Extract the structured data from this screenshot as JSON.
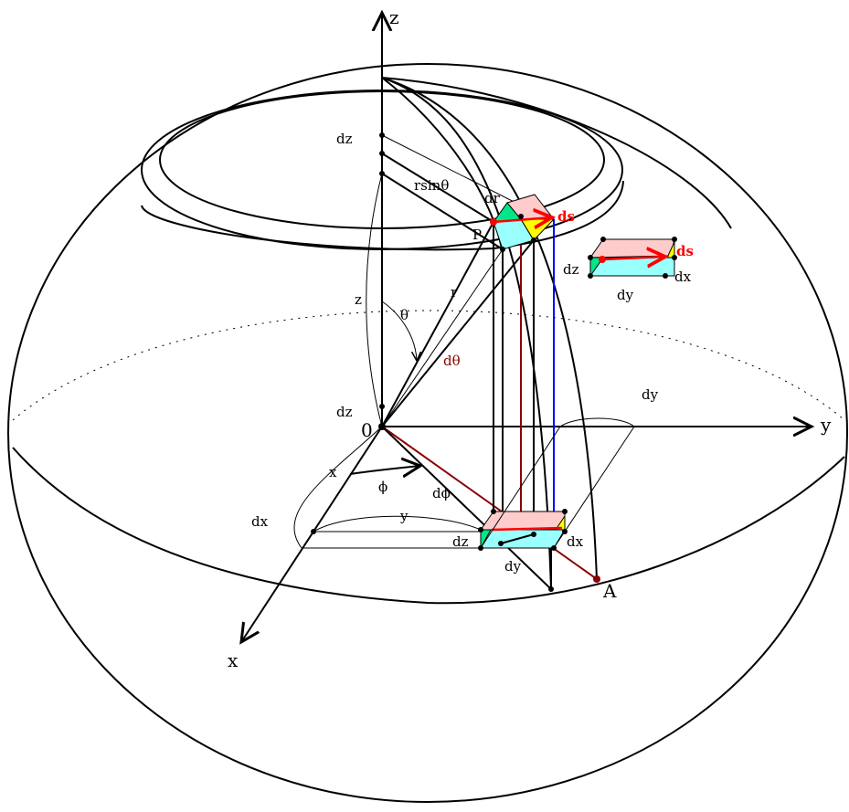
{
  "title": "Spherical coordinates volume element diagram",
  "labels": {
    "z_axis": "z",
    "y_axis": "y",
    "x_axis": "x",
    "origin": "0",
    "point_p": "P",
    "point_a": "A",
    "dz_top": "dz",
    "rsin": "rsinθ",
    "dr": "dr",
    "ds_main": "ds",
    "z_len": "z",
    "r": "r",
    "theta": "θ",
    "dtheta": "dθ",
    "inset_dz": "dz",
    "inset_dy": "dy",
    "inset_dx": "dx",
    "inset_ds": "ds",
    "dy_right": "dy",
    "dz_origin": "dz",
    "x_len": "x",
    "phi": "ϕ",
    "dphi": "dϕ",
    "dx_left": "dx",
    "y_len": "y",
    "dz_bottom": "dz",
    "dx_bottom": "dx",
    "dy_bottom": "dy"
  },
  "colors": {
    "ds": "#ff0000",
    "dtheta": "#8b0000",
    "radial_projection": "#8b0000",
    "vertical_blue": "#0000ff",
    "face_pink": "#ffcccc",
    "face_cyan": "#99ffff",
    "face_green": "#00e68a",
    "face_yellow": "#ffff00"
  }
}
